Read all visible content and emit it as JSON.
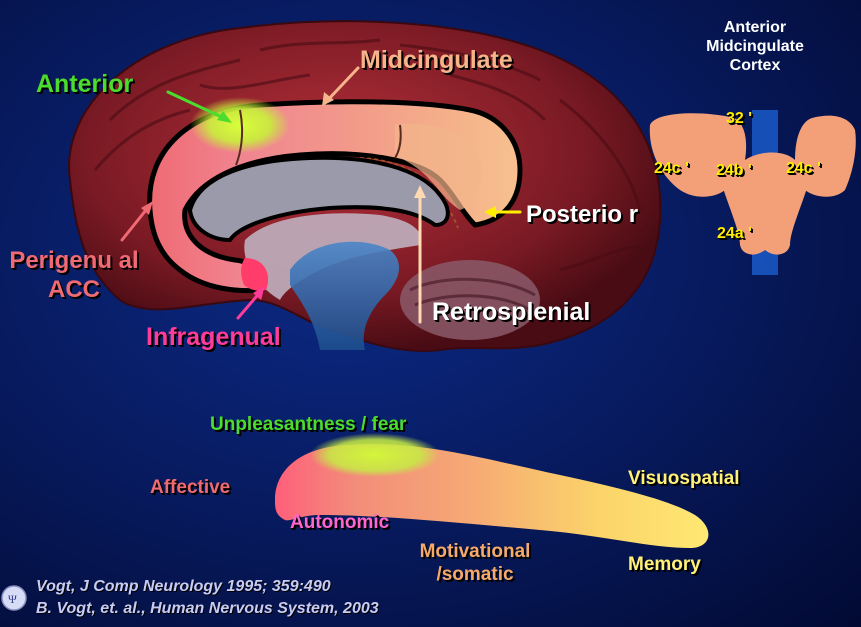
{
  "brain_labels": {
    "anterior": "Anterior",
    "midcingulate": "Midcingulate",
    "posterior": "Posterio r",
    "perigenual": "Perigenu al ACC",
    "infragenual": "Infragenual",
    "retrosplenial": "Retrosplenial"
  },
  "amcc": {
    "title_line1": "Anterior",
    "title_line2": "Midcingulate",
    "title_line3": "Cortex",
    "area_32": "32 '",
    "area_24c_left": "24c '",
    "area_24b": "24b '",
    "area_24c_right": "24c '",
    "area_24a": "24a '"
  },
  "function_labels": {
    "unpleasantness": "Unpleasantness / fear",
    "affective": "Affective",
    "autonomic": "Autonomic",
    "motivational_line1": "Motivational",
    "motivational_line2": "/somatic",
    "visuospatial": "Visuospatial",
    "memory": "Memory"
  },
  "citations": {
    "line1": "Vogt, J Comp Neurology 1995; 359:490",
    "line2": "B. Vogt, et. al., Human Nervous System, 2003"
  },
  "colors": {
    "anterior": "#4bdc2e",
    "midcingulate": "#f5b48a",
    "posterior_text": "#ffffff",
    "posterior_arrow": "#ffee00",
    "perigenual": "#ef6a73",
    "infragenual": "#ff3c9a",
    "retrosplenial_text": "#ffffff",
    "retrosplenial_arrow": "#ffd9b0",
    "amcc_text": "#ffffff",
    "area_labels": "#ffee00",
    "unpleasantness": "#4bdc2e",
    "affective": "#ef6a73",
    "autonomic": "#ff66cc",
    "motivational": "#f5a96a",
    "visuospatial": "#fff27a",
    "memory": "#fff27a",
    "citation": "#c9ccf2"
  }
}
